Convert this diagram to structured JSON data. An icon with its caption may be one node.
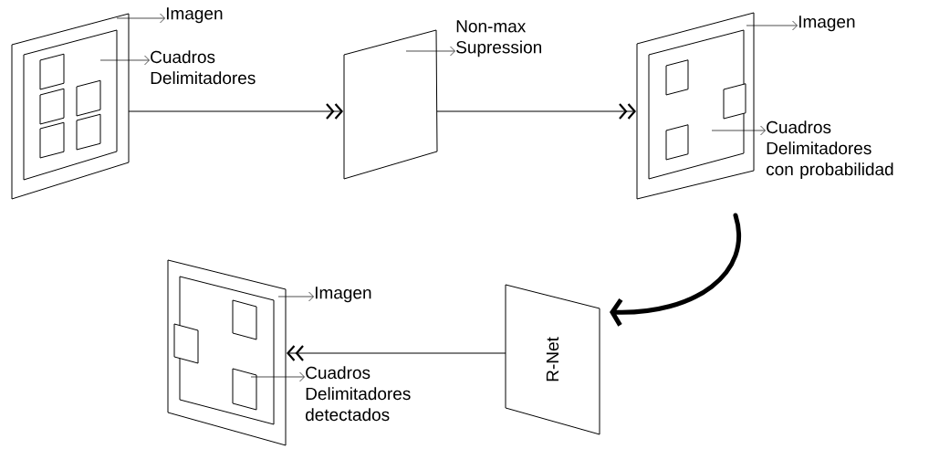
{
  "diagram": {
    "nodes": [
      {
        "text": [],
        "shape": "box"
      },
      {
        "text": [],
        "shape": "box",
        "in": 0
      },
      {
        "text": [
          "Imagen"
        ]
      },
      {
        "text": [
          "Cuadros Delimitadores"
        ]
      },
      {
        "text": [],
        "shape": "box"
      },
      {
        "text": [
          "Non-max Supression"
        ]
      },
      {
        "text": [],
        "shape": "box"
      },
      {
        "text": [],
        "shape": "box",
        "in": 6
      },
      {
        "text": [
          "Imagen"
        ]
      },
      {
        "text": [
          "Cuadros Delimitadores con probabilidad"
        ]
      },
      {
        "text": [
          "R-Net"
        ]
      },
      {
        "text": [],
        "shape": "box"
      },
      {
        "text": [],
        "shape": "box",
        "in": 11
      },
      {
        "text": [],
        "shape": "box",
        "in": 12
      },
      {
        "text": [
          "Imagen"
        ]
      },
      {
        "text": [
          "Cuadros Delimitadores detectados"
        ]
      }
    ],
    "edges": [
      {
        "from": 0,
        "to": 2,
        "arrow": "to"
      },
      {
        "from": 1,
        "to": 3,
        "arrow": "to"
      },
      {
        "from": 0,
        "to": 4,
        "arrow": "to"
      },
      {
        "from": 4,
        "to": 5,
        "arrow": "to"
      },
      {
        "from": 4,
        "to": 6,
        "arrow": "to"
      },
      {
        "from": 6,
        "to": 8,
        "arrow": "to"
      },
      {
        "from": 7,
        "to": 9,
        "arrow": "to"
      },
      {
        "from": 6,
        "to": 10,
        "arrow": "to",
        "style": "thick"
      },
      {
        "from": 10,
        "to": 11,
        "arrow": "to"
      },
      {
        "from": 11,
        "to": 14,
        "arrow": "to"
      },
      {
        "from": 13,
        "to": 15,
        "arrow": "to"
      }
    ]
  }
}
